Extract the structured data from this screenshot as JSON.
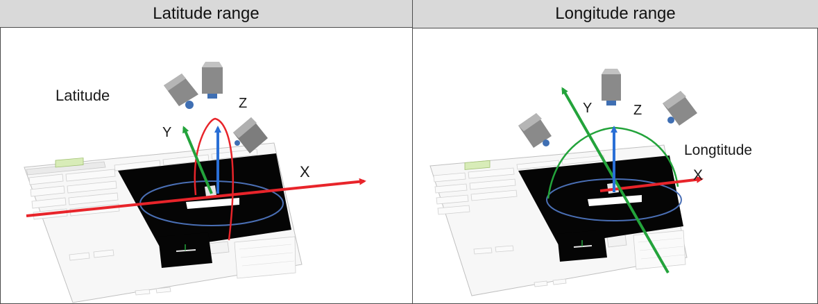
{
  "headers": {
    "latitude": "Latitude range",
    "longitude": "Longitude range"
  },
  "left_panel": {
    "caption": "Latitude",
    "axis_x": "X",
    "axis_y": "Y",
    "axis_z": "Z"
  },
  "right_panel": {
    "caption": "Longtitude",
    "axis_x": "X",
    "axis_y": "Y",
    "axis_z": "Z"
  },
  "colors": {
    "x_axis": "#e8242a",
    "y_axis": "#23a33b",
    "z_axis": "#2a6fd6",
    "arc_latitude": "#e8242a",
    "arc_longitude": "#23a33b",
    "header_bg": "#d9d9d9",
    "screen_bg": "#050505"
  },
  "icons": [
    "camera-icon",
    "ui-window-mockup"
  ]
}
